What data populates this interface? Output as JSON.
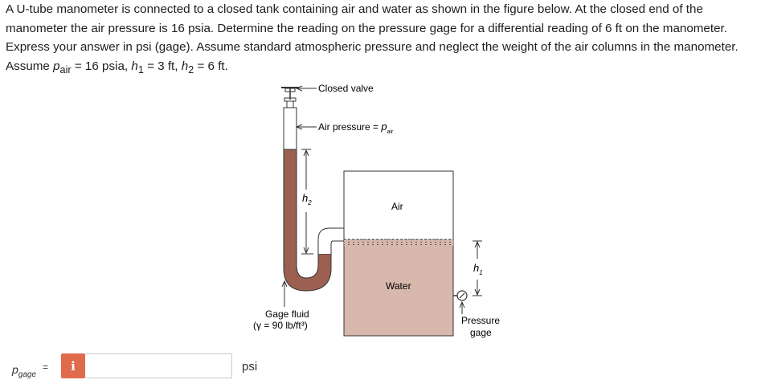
{
  "problem": {
    "line1": "A U-tube manometer is connected to a closed tank containing air and water as shown in the figure below. At the closed end of the",
    "line2": "manometer the air pressure is 16 psia. Determine the reading on the pressure gage for a differential reading of 6 ft on the manometer.",
    "line3": "Express your answer in psi (gage). Assume standard atmospheric pressure and neglect the weight of the air columns in the manometer.",
    "givens": {
      "p_sym": "p",
      "p_sub": "air",
      "p_val": " = 16 psia, ",
      "h1_sym": "h",
      "h1_sub": "1",
      "h1_val": " = 3 ft, ",
      "h2_sym": "h",
      "h2_sub": "2",
      "h2_val": " = 6 ft.",
      "prefix": "Assume "
    }
  },
  "figure": {
    "closed_valve": "Closed valve",
    "air_pressure": "Air pressure = ",
    "p_sym": "p",
    "p_sub": "air",
    "h2_sym": "h",
    "h2_sub": "2",
    "air": "Air",
    "water": "Water",
    "h1_sym": "h",
    "h1_sub": "1",
    "gage_fluid": "Gage fluid",
    "gamma": "(γ = 90 lb/ft³)",
    "pressure": "Pressure",
    "gage": "gage",
    "colors": {
      "gage_fluid": "#9b6050",
      "water": "#d8b8ac",
      "outline": "#333333"
    }
  },
  "answer": {
    "label_sym": "p",
    "label_sub": "gage",
    "equals": "=",
    "info_icon": "i",
    "input_value": "",
    "unit": "psi"
  }
}
